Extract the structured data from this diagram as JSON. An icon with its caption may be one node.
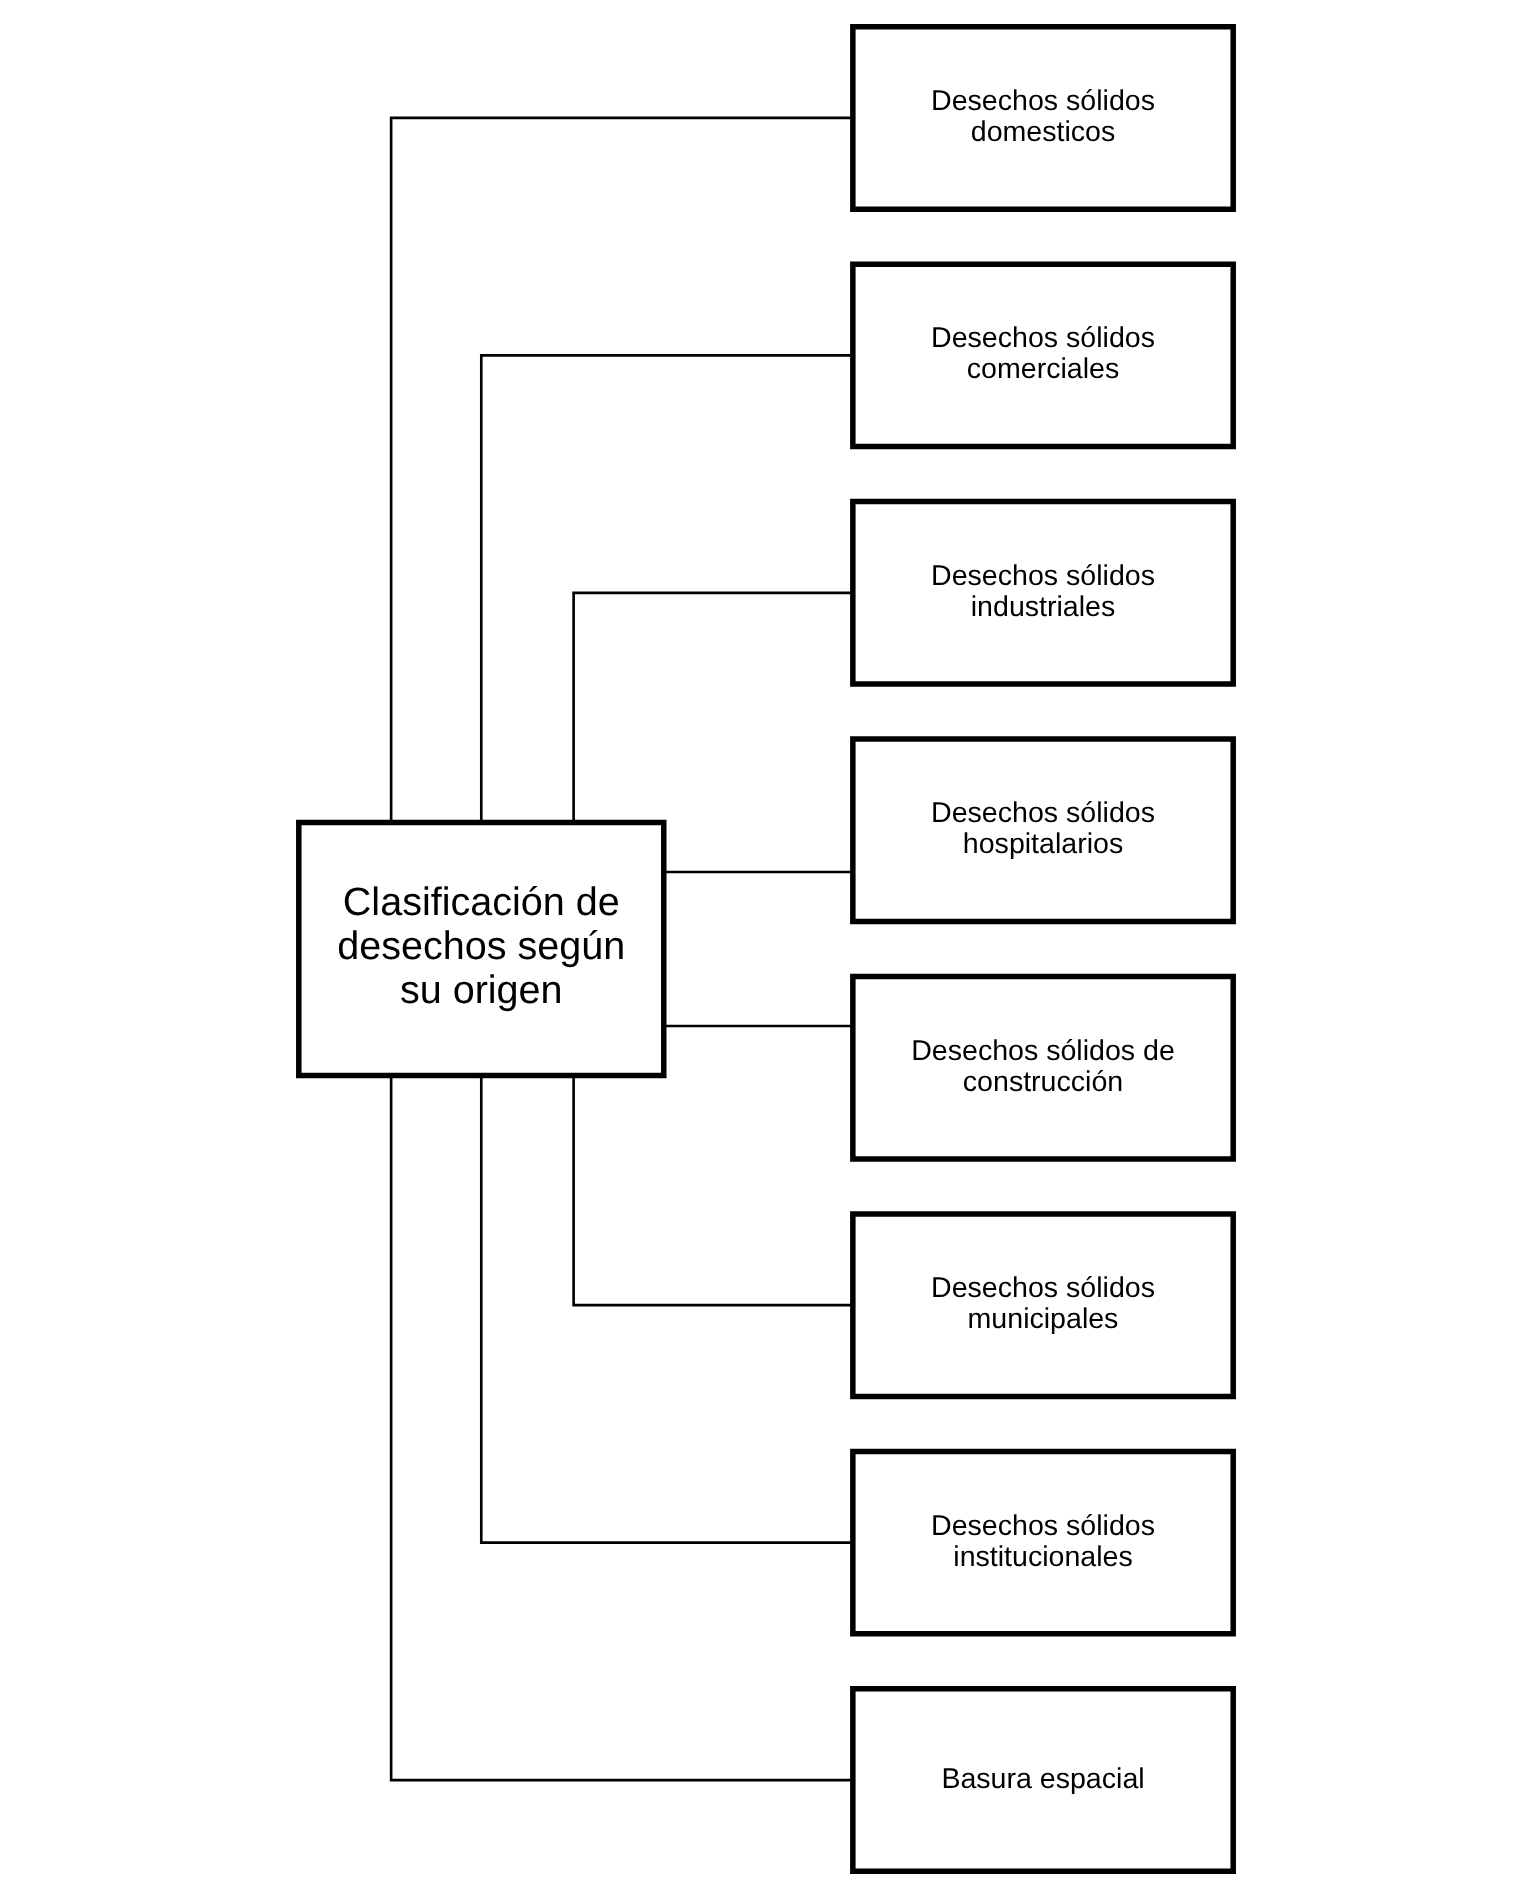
{
  "diagram": {
    "nodes": [
      {
        "text": [
          "Clasificación de desechos según su origen"
        ]
      },
      {
        "text": [
          "Desechos sólidos domesticos"
        ]
      },
      {
        "text": [
          "Desechos sólidos comerciales"
        ]
      },
      {
        "text": [
          "Desechos sólidos industriales"
        ]
      },
      {
        "text": [
          "Desechos sólidos hospitalarios"
        ]
      },
      {
        "text": [
          "Desechos sólidos de construcción"
        ]
      },
      {
        "text": [
          "Desechos sólidos municipales"
        ]
      },
      {
        "text": [
          "Desechos sólidos institucionales"
        ]
      },
      {
        "text": [
          "Basura espacial"
        ]
      }
    ],
    "edges": [
      {
        "from": 0,
        "to": 1,
        "arrow": "none"
      },
      {
        "from": 0,
        "to": 2,
        "arrow": "none"
      },
      {
        "from": 0,
        "to": 3,
        "arrow": "none"
      },
      {
        "from": 0,
        "to": 4,
        "arrow": "none"
      },
      {
        "from": 0,
        "to": 5,
        "arrow": "none"
      },
      {
        "from": 0,
        "to": 6,
        "arrow": "none"
      },
      {
        "from": 0,
        "to": 7,
        "arrow": "none"
      },
      {
        "from": 0,
        "to": 8,
        "arrow": "none"
      }
    ]
  }
}
